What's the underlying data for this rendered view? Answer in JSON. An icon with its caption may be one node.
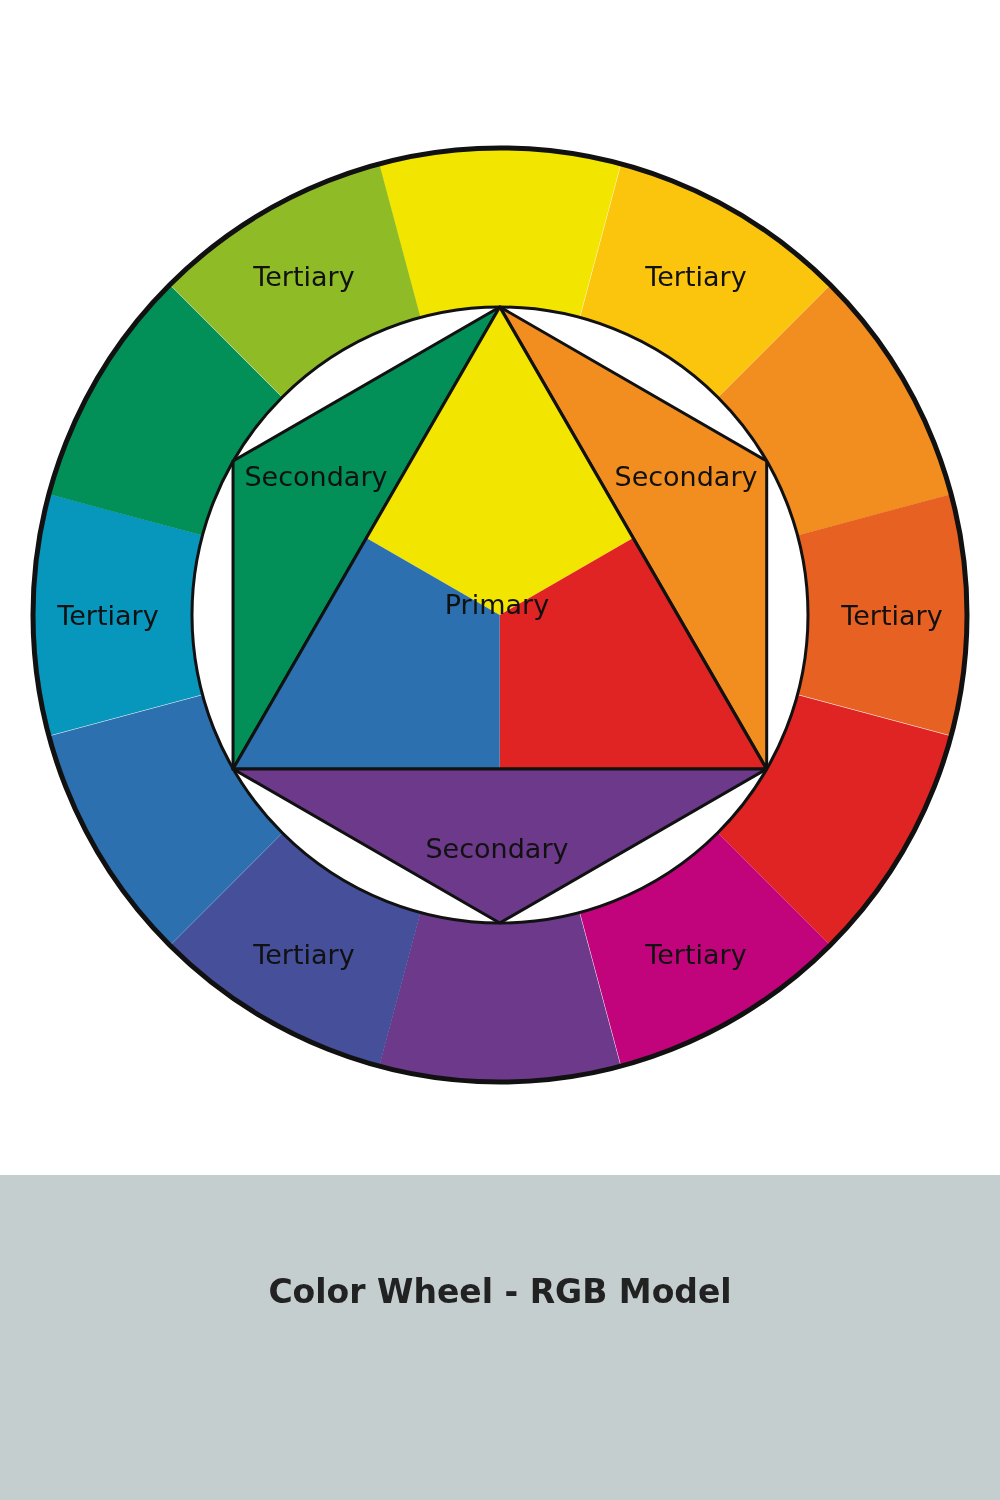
{
  "diagram": {
    "caption": "Color Wheel - RGB Model",
    "nodes": [
      {
        "text": [],
        "shape": "segment"
      },
      {
        "text": [
          "Tertiary"
        ]
      },
      {
        "text": [],
        "shape": "segment"
      },
      {
        "text": [
          "Tertiary"
        ]
      },
      {
        "text": [],
        "shape": "segment"
      },
      {
        "text": [
          "Tertiary"
        ]
      },
      {
        "text": [],
        "shape": "segment"
      },
      {
        "text": [
          "Tertiary"
        ]
      },
      {
        "text": [],
        "shape": "segment"
      },
      {
        "text": [
          "Tertiary"
        ]
      },
      {
        "text": [],
        "shape": "segment"
      },
      {
        "text": [
          "Tertiary"
        ]
      },
      {
        "text": [
          "Secondary"
        ]
      },
      {
        "text": [
          "Secondary"
        ]
      },
      {
        "text": [
          "Primary"
        ]
      },
      {
        "text": [
          "Secondary"
        ]
      }
    ],
    "edges": []
  }
}
